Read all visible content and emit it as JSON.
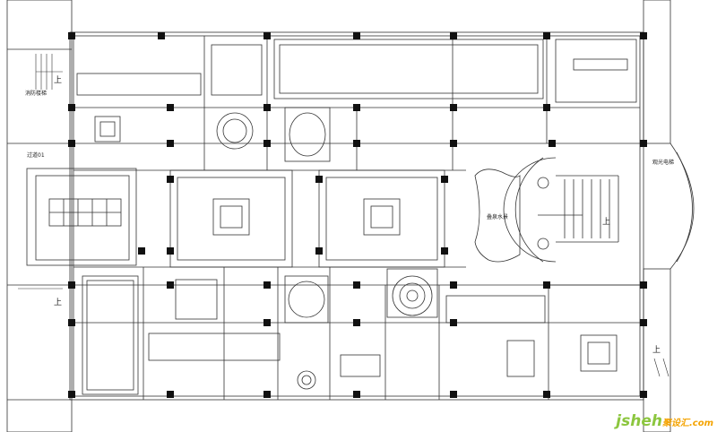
{
  "labels": {
    "stair_fire": "消防楼梯",
    "corridor": "过道01",
    "fountain": "叠泉水景",
    "elevator": "观光电梯",
    "up": "上"
  },
  "watermark": {
    "brand": "jsheh",
    "cn": "聚设汇",
    "domain": ".com"
  },
  "colors": {
    "line": "#333333",
    "column": "#111111",
    "brand_green": "#8cc63f",
    "brand_orange": "#f4a300"
  }
}
